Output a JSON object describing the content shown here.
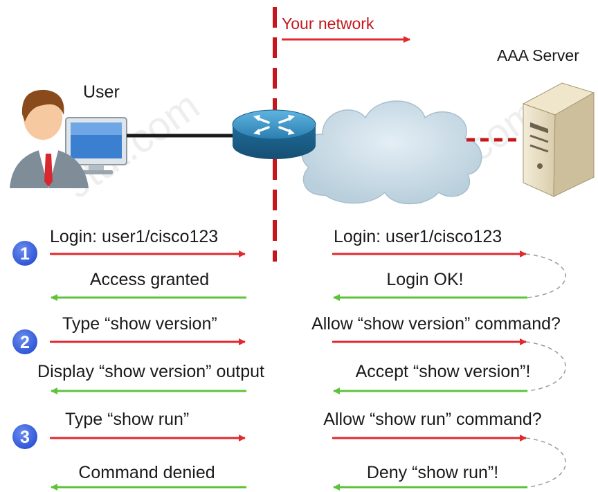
{
  "header": {
    "your_network": "Your network",
    "user_label": "User",
    "server_label": "AAA Server"
  },
  "watermark": "9tut.com",
  "colors": {
    "request_arrow": "#e0282e",
    "reply_arrow": "#5cc33a",
    "boundary": "#c4161c",
    "step_badge": "#3a62e0",
    "cloud": "#cfdfe9",
    "router": "#2e86b5"
  },
  "icons": {
    "user": "user-at-computer-icon",
    "router": "router-icon",
    "cloud": "cloud-icon",
    "server": "server-tower-icon"
  },
  "steps": [
    {
      "number": "1",
      "user_request": "Login: user1/cisco123",
      "user_reply": "Access granted",
      "server_request": "Login: user1/cisco123",
      "server_reply": "Login OK!"
    },
    {
      "number": "2",
      "user_request": "Type “show version”",
      "user_reply": "Display “show version” output",
      "server_request": "Allow “show version” command?",
      "server_reply": "Accept “show version”!"
    },
    {
      "number": "3",
      "user_request": "Type “show run”",
      "user_reply": "Command denied",
      "server_request": "Allow “show run” command?",
      "server_reply": "Deny “show run”!"
    }
  ]
}
